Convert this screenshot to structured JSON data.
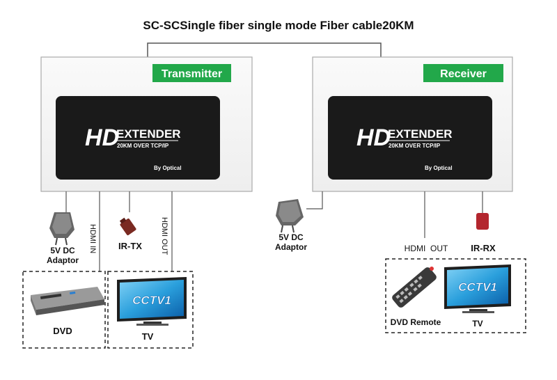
{
  "title": "SC-SCSingle fiber single mode Fiber cable20KM",
  "transmitter": {
    "badge": "Transmitter",
    "device": {
      "brand_hd": "HD",
      "brand_ext": "EXTENDER",
      "subtitle": "20KM OVER TCP/IP",
      "by": "By Optical"
    }
  },
  "receiver": {
    "badge": "Receiver",
    "device": {
      "brand_hd": "HD",
      "brand_ext": "EXTENDER",
      "subtitle": "20KM OVER TCP/IP",
      "by": "By Optical"
    }
  },
  "left_labels": {
    "adaptor_line1": "5V DC",
    "adaptor_line2": "Adaptor",
    "hdmi_in": "HDMI IN",
    "ir_tx": "IR-TX",
    "hdmi_out": "HDMI OUT",
    "dvd": "DVD",
    "tv": "TV"
  },
  "right_labels": {
    "adaptor_line1": "5V DC",
    "adaptor_line2": "Adaptor",
    "hdmi_out": "HDMI  OUT",
    "ir_rx": "IR-RX",
    "dvd_remote": "DVD Remote",
    "tv": "TV"
  },
  "tv_screen_logo": "CCTV1",
  "colors": {
    "badge_green": "#22A84A",
    "device_black": "#1a1a1a",
    "ir_tx_body": "#7a2a22",
    "ir_rx_body": "#b3262e",
    "tv_screen": "#2a9fdc"
  }
}
